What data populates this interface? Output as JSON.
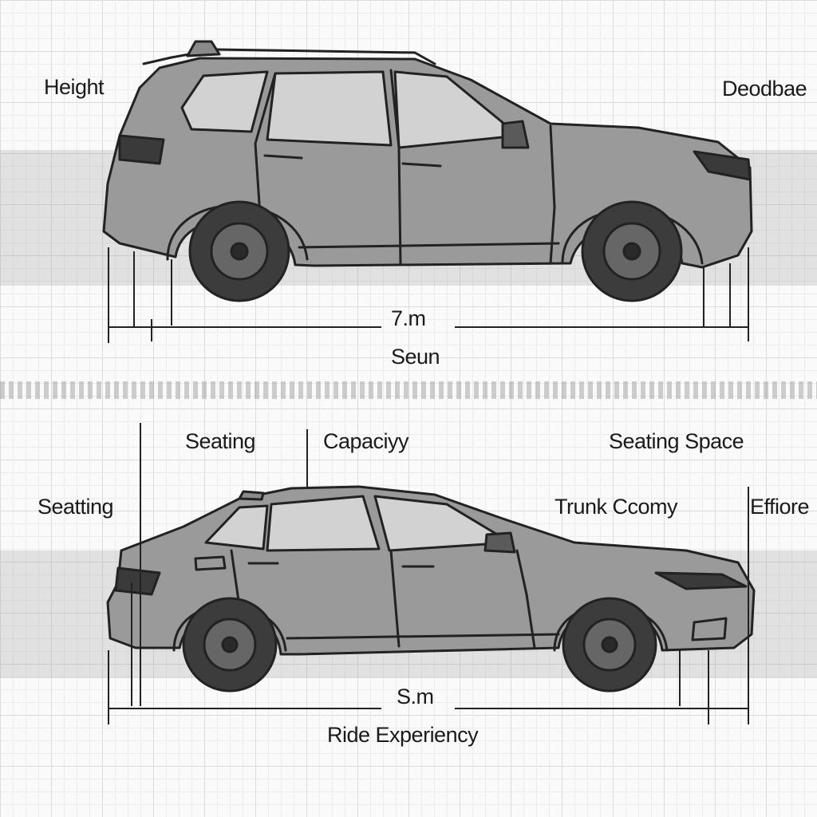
{
  "suv": {
    "labels": {
      "height": "Height",
      "right_top": "Deodbae",
      "length": "7.m",
      "name": "Seun"
    }
  },
  "sedan": {
    "labels": {
      "seating_top": "Seating",
      "capacity": "Capaciyy",
      "seating_space": "Seating Space",
      "seating_left": "Seatting",
      "trunk": "Trunk Ccomy",
      "efficiency": "Effiore",
      "length": "S.m",
      "ride": "Ride Experiency"
    }
  }
}
